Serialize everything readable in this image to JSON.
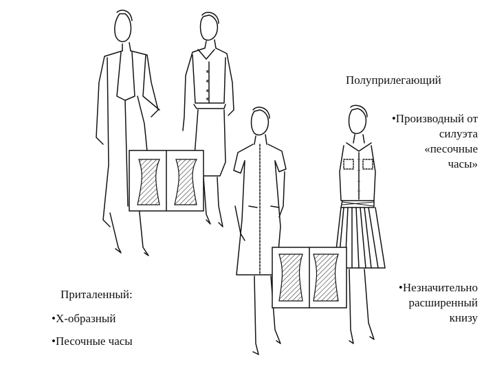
{
  "labels": {
    "semi_fitted": "Полуприлегающий",
    "derived": [
      "•Производный от",
      "силуэта",
      "«песочные",
      "часы»"
    ],
    "flared": [
      "•Незначительно",
      "расширенный",
      "книзу"
    ],
    "fitted": "Приталенный:",
    "x_shaped": "•Х-образный",
    "hourglass": "•Песочные часы"
  }
}
